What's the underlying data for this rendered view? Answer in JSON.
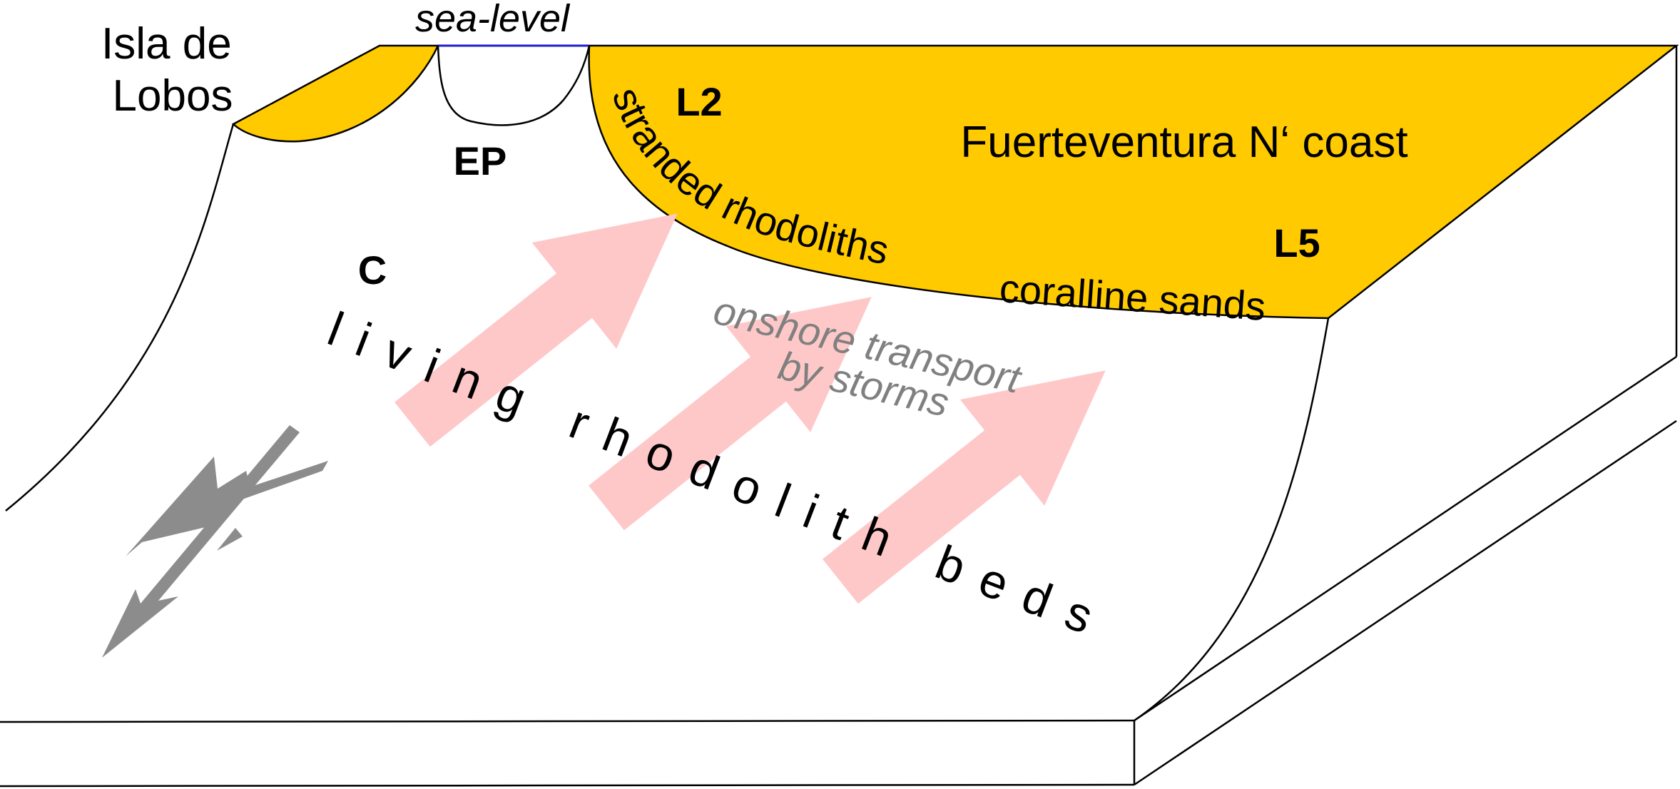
{
  "labels": {
    "sea_level": "sea-level",
    "island": [
      "Isla de",
      "Lobos"
    ],
    "ep": "EP",
    "l2": "L2",
    "l5": "L5",
    "coast": "Fuerteventura N‘ coast",
    "stranded": "stranded rhodoliths",
    "coralline": "coralline sands",
    "c": "C",
    "living_beds": "living rhodolith beds",
    "transport": [
      "onshore transport",
      "by storms"
    ]
  },
  "colors": {
    "land": "#FFCA00",
    "transport_arrow": "#FFC8C8",
    "north_arrow": "#8C8C8C",
    "outline": "#000000",
    "sea_level_line": "#1E1ECC",
    "transport_text": "#808080"
  },
  "icons": {
    "north_arrow": "north-arrow-icon"
  }
}
